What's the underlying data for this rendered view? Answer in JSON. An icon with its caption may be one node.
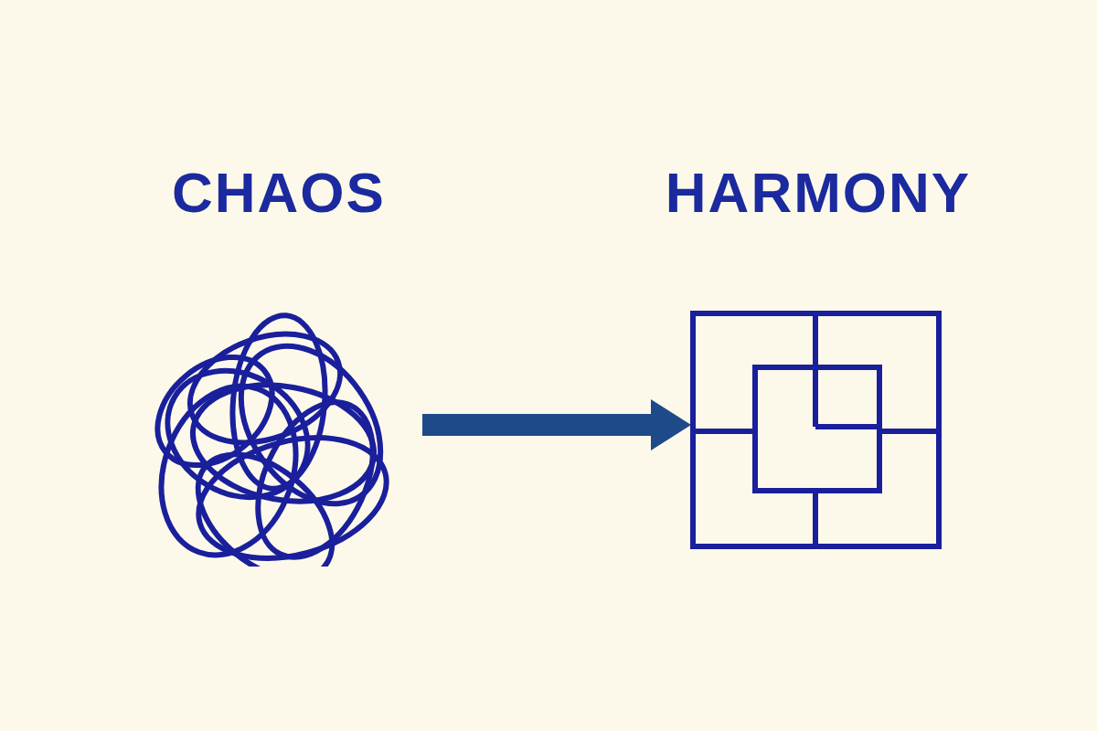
{
  "diagram": {
    "nodes": [
      {
        "text": [
          "CHAOS"
        ]
      },
      {
        "text": [
          "HARMONY"
        ]
      }
    ],
    "edges": [
      {
        "from": 0,
        "to": 1,
        "arrow": "to"
      }
    ]
  }
}
